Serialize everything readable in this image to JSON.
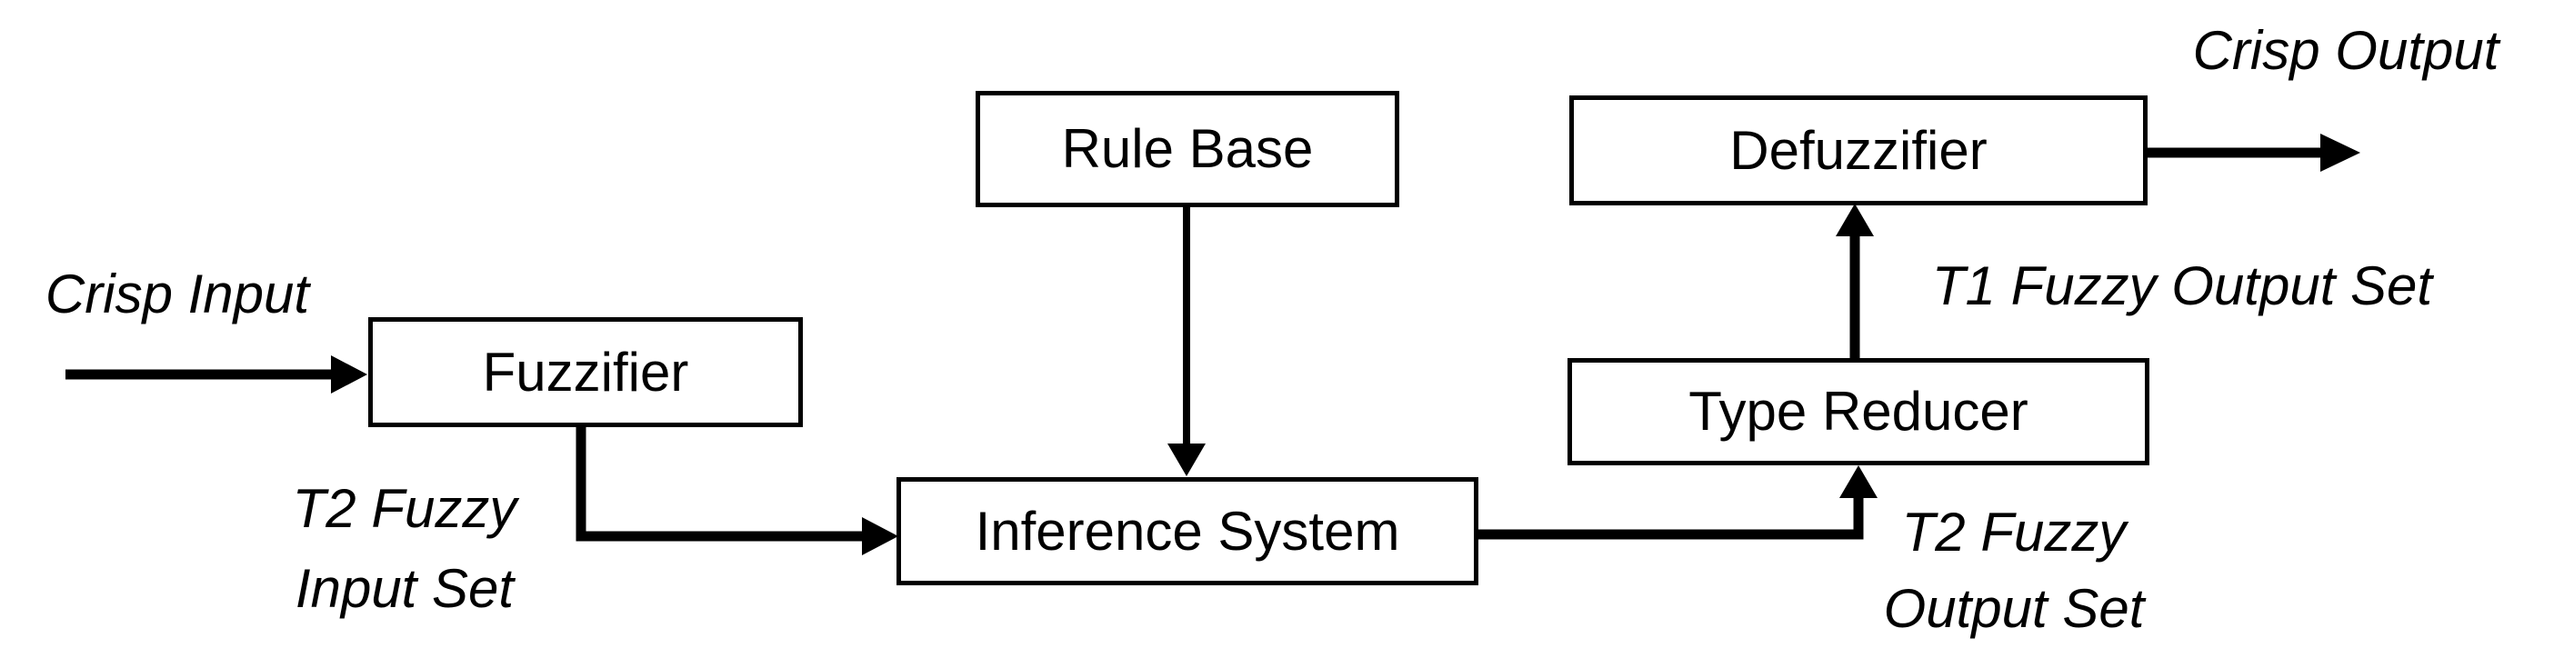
{
  "diagram": {
    "title_implicit": "Type-2 Fuzzy Logic System block diagram",
    "background_color": "#ffffff",
    "line_color": "#000000",
    "nodes": {
      "fuzzifier": {
        "label": "Fuzzifier"
      },
      "rule_base": {
        "label": "Rule Base"
      },
      "inference_system": {
        "label": "Inference System"
      },
      "type_reducer": {
        "label": "Type Reducer"
      },
      "defuzzifier": {
        "label": "Defuzzifier"
      }
    },
    "labels": {
      "crisp_input": "Crisp Input",
      "t2_fuzzy_input_set": {
        "line1": "T2 Fuzzy",
        "line2": "Input Set"
      },
      "t1_fuzzy_output_set": "T1 Fuzzy Output Set",
      "t2_fuzzy_output_set": {
        "line1": "T2 Fuzzy",
        "line2": "Output Set"
      },
      "crisp_output": "Crisp Output"
    },
    "connections": [
      {
        "from": "crisp-input",
        "to": "fuzzifier"
      },
      {
        "from": "fuzzifier",
        "to": "inference-system"
      },
      {
        "from": "rule-base",
        "to": "inference-system"
      },
      {
        "from": "inference-system",
        "to": "type-reducer"
      },
      {
        "from": "type-reducer",
        "to": "defuzzifier"
      },
      {
        "from": "defuzzifier",
        "to": "crisp-output"
      }
    ]
  }
}
